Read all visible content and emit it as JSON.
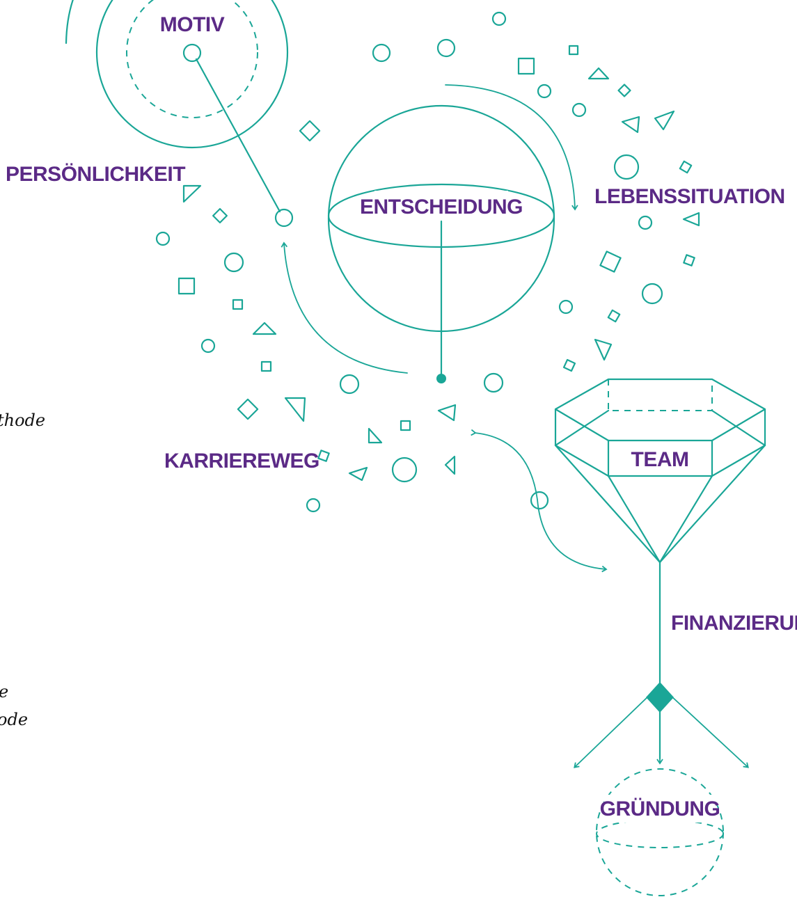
{
  "colors": {
    "accent_teal": "#1aa697",
    "label_purple": "#5b2a86",
    "background": "#ffffff"
  },
  "labels": {
    "motiv": "MOTIV",
    "persoenlichkeit": "PERSÖNLICHKEIT",
    "entscheidung": "ENTSCHEIDUNG",
    "lebenssituation": "LEBENSSITUATION",
    "karriereweg": "KARRIEREWEG",
    "team": "TEAM",
    "finanzierung": "FINANZIERUNG",
    "gruendung": "GRÜNDUNG"
  },
  "side_text": {
    "line1": "thode",
    "line2": "e",
    "line3": "ode"
  }
}
